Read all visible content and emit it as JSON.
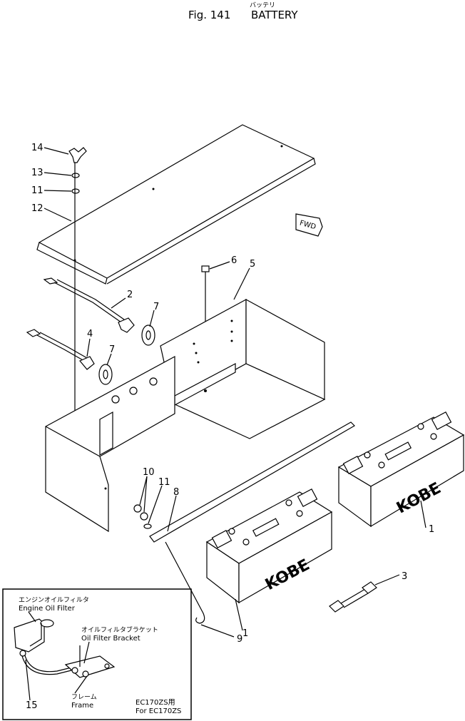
{
  "header": {
    "figure": "Fig. 141",
    "title_kana": "バッテリ",
    "title": "BATTERY"
  },
  "fwd_label": "FWD",
  "battery_brand": "KOBE",
  "callouts": [
    "1",
    "1",
    "2",
    "3",
    "4",
    "5",
    "6",
    "7",
    "7",
    "8",
    "9",
    "10",
    "11",
    "11",
    "12",
    "13",
    "14"
  ],
  "inset": {
    "engine_oil_filter_kana": "エンジンオイルフィルタ",
    "engine_oil_filter": "Engine Oil Filter",
    "oil_filter_bracket_kana": "オイルフィルタブラケット",
    "oil_filter_bracket": "Oil Filter Bracket",
    "frame_kana": "フレーム",
    "frame": "Frame",
    "model_note_ja": "EC170ZS用",
    "model_note_en": "For EC170ZS",
    "callout": "15"
  }
}
